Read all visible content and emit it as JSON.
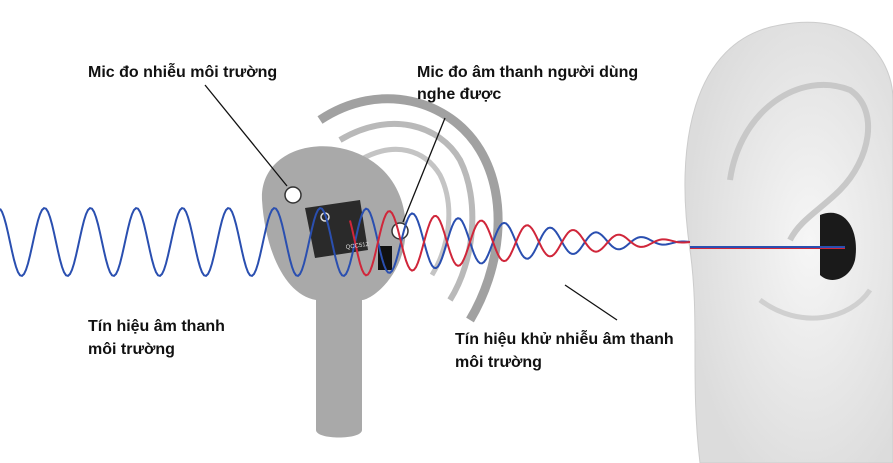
{
  "labels": {
    "ambient_mic": "Mic đo nhiễu môi trường",
    "user_mic_line1": "Mic đo âm thanh người dùng",
    "user_mic_line2": "nghe được",
    "ambient_signal_line1": "Tín hiệu âm thanh",
    "ambient_signal_line2": "môi trường",
    "anti_noise_line1": "Tín hiệu khử nhiễu âm thanh",
    "anti_noise_line2": "môi trường",
    "chip": "QCC512"
  },
  "colors": {
    "ambient_wave": "#2a4fb0",
    "anti_wave": "#d0263a",
    "earbud": "#a9a9a9"
  }
}
